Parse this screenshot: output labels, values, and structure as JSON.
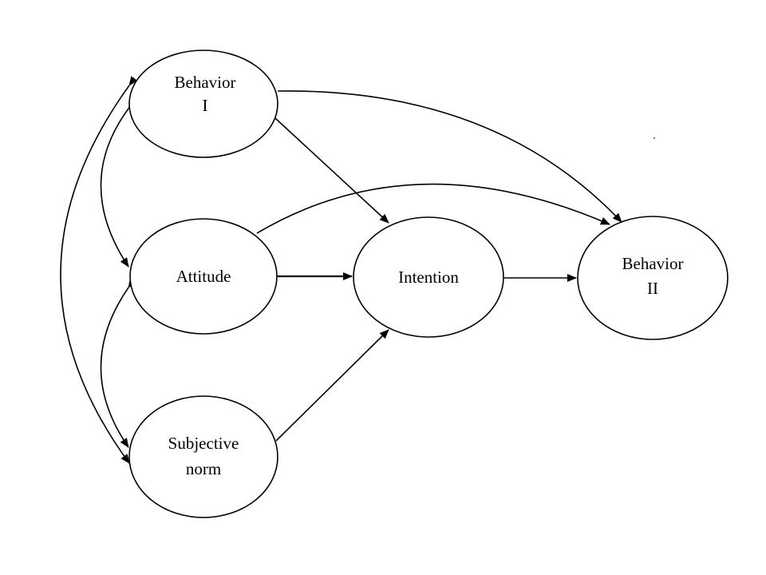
{
  "nodes": {
    "behavior_1": {
      "line1": "Behavior",
      "line2": "I"
    },
    "attitude": {
      "line1": "Attitude"
    },
    "subjective_norm": {
      "line1": "Subjective",
      "line2": "norm"
    },
    "intention": {
      "line1": "Intention"
    },
    "behavior_2": {
      "line1": "Behavior",
      "line2": "II"
    }
  },
  "edges": [
    {
      "from": "behavior_1",
      "to": "intention",
      "type": "directed"
    },
    {
      "from": "attitude",
      "to": "intention",
      "type": "directed"
    },
    {
      "from": "subjective_norm",
      "to": "intention",
      "type": "directed"
    },
    {
      "from": "intention",
      "to": "behavior_2",
      "type": "directed"
    },
    {
      "from": "behavior_1",
      "to": "behavior_2",
      "type": "directed"
    },
    {
      "from": "attitude",
      "to": "behavior_2",
      "type": "directed"
    },
    {
      "from": "behavior_1",
      "to": "attitude",
      "type": "bidirectional"
    },
    {
      "from": "attitude",
      "to": "subjective_norm",
      "type": "bidirectional"
    },
    {
      "from": "behavior_1",
      "to": "subjective_norm",
      "type": "bidirectional"
    }
  ],
  "colors": {
    "stroke": "#000000",
    "background": "#ffffff"
  }
}
